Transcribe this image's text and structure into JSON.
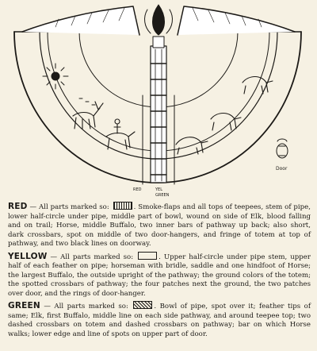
{
  "figure": {
    "labels": {
      "door": "Door",
      "red": "RED",
      "yellow": "YEL",
      "green": "GREEN"
    },
    "colors": {
      "ink": "#1c1a17",
      "paper": "#f6f1e3"
    }
  },
  "legend": {
    "red": {
      "name": "RED",
      "intro": "— All parts marked so:",
      "text": ". Smoke-flaps and all tops of teepees, stem of pipe, lower half-circle under pipe, middle part of bowl, wound on side of Elk, blood falling and on trail; Horse, middle Buffalo, two inner bars of pathway up back; also short, dark crossbars, spot on middle of two door-hangers, and fringe of totem at top of pathway, and two black lines on doorway."
    },
    "yellow": {
      "name": "YELLOW",
      "intro": "— All parts marked so:",
      "text": ". Upper half-circle under pipe stem, upper half of each feather on pipe; horseman with bridle, saddle and one hindfoot of Horse; the largest Buffalo, the outside upright of the pathway; the ground colors of the totem; the spotted crossbars of pathway; the four patches next the ground, the two patches over door, and the rings of door-hanger."
    },
    "green": {
      "name": "GREEN",
      "intro": "— All parts marked so:",
      "text": ". Bowl of pipe, spot over it; feather tips of same; Elk, first Buffalo, middle line on each side pathway, and around teepee top; two dashed crossbars on totem and dashed crossbars on pathway; bar on which Horse walks; lower edge and line of spots on upper part of door."
    }
  }
}
